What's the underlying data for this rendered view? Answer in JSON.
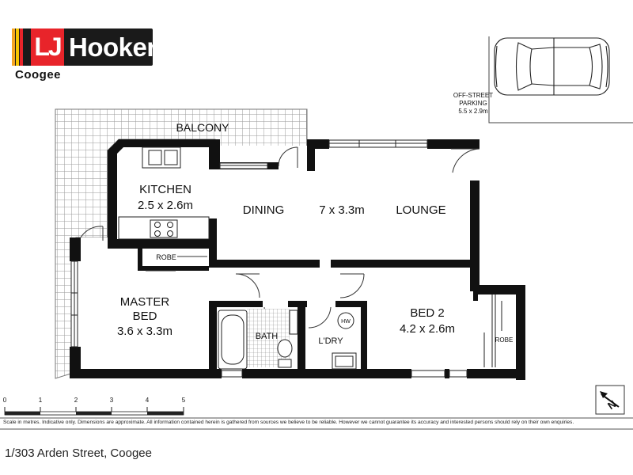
{
  "agency": {
    "name_prefix": "LJ",
    "name": "Hooker",
    "office": "Coogee",
    "stripe_colors": [
      "#f5a623",
      "#f7c600",
      "#e8242a"
    ]
  },
  "parking": {
    "label_line1": "OFF-STREET",
    "label_line2": "PARKING",
    "dimensions": "5.5 x 2.9m"
  },
  "rooms": {
    "balcony": "BALCONY",
    "kitchen": "KITCHEN",
    "kitchen_dims": "2.5 x 2.6m",
    "dining": "DINING",
    "living_dims": "7 x 3.3m",
    "lounge": "LOUNGE",
    "master_bed_line1": "MASTER",
    "master_bed_line2": "BED",
    "master_bed_dims": "3.6 x 3.3m",
    "robe_master": "ROBE",
    "bath": "BATH",
    "laundry": "L'DRY",
    "hot_water": "HW",
    "bed2": "BED 2",
    "bed2_dims": "4.2 x 2.6m",
    "robe_bed2": "ROBE"
  },
  "scale": {
    "ticks": [
      "0",
      "1",
      "2",
      "3",
      "4",
      "5"
    ]
  },
  "compass": {
    "north_label": "N"
  },
  "disclaimer": "Scale in metres. Indicative only. Dimensions are approximate. All information contained herein is gathered from sources we believe to be reliable. However we cannot guarantee its accuracy and interested persons should rely on their own enquiries.",
  "address": "1/303 Arden Street, Coogee"
}
